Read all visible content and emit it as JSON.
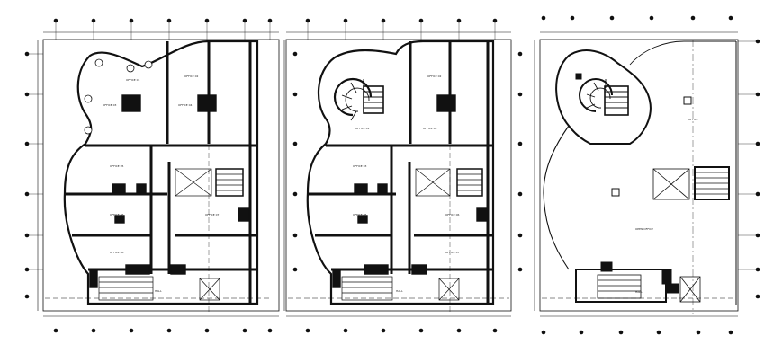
{
  "drawing": {
    "plans": [
      {
        "id": "plan-left",
        "room_labels": [
          "OFFICE 01",
          "OFFICE 02",
          "OFFICE 03",
          "OFFICE 04",
          "OFFICE 05",
          "OFFICE 06",
          "OFFICE 07",
          "OFFICE 08",
          "HALL"
        ]
      },
      {
        "id": "plan-middle",
        "room_labels": [
          "OFFICE 01",
          "OFFICE 02",
          "OFFICE 03",
          "OFFICE 04",
          "OFFICE 05",
          "OFFICE 06",
          "OFFICE 07",
          "HALL"
        ]
      },
      {
        "id": "plan-right",
        "room_labels": [
          "OFFICE",
          "OPEN OFFICE",
          "HALL"
        ]
      }
    ],
    "colors": {
      "line": "#111111",
      "background": "#ffffff"
    }
  }
}
